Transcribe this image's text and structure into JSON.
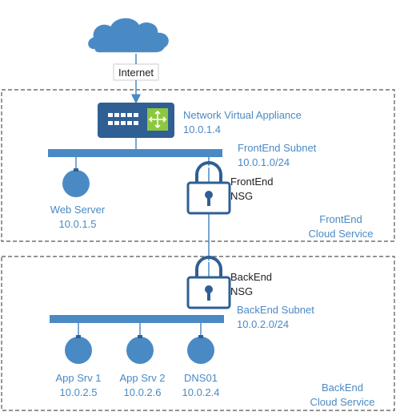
{
  "internet": {
    "label": "Internet"
  },
  "nva": {
    "name": "Network Virtual Appliance",
    "ip": "10.0.1.4"
  },
  "frontend": {
    "subnet_name": "FrontEnd Subnet",
    "subnet_cidr": "10.0.1.0/24",
    "nsg_line1": "FrontEnd",
    "nsg_line2": "NSG",
    "cloud_line1": "FrontEnd",
    "cloud_line2": "Cloud Service",
    "web_server": {
      "name": "Web Server",
      "ip": "10.0.1.5"
    }
  },
  "backend": {
    "subnet_name": "BackEnd Subnet",
    "subnet_cidr": "10.0.2.0/24",
    "nsg_line1": "BackEnd",
    "nsg_line2": "NSG",
    "cloud_line1": "BackEnd",
    "cloud_line2": "Cloud Service",
    "servers": [
      {
        "name": "App Srv 1",
        "ip": "10.0.2.5"
      },
      {
        "name": "App Srv 2",
        "ip": "10.0.2.6"
      },
      {
        "name": "DNS01",
        "ip": "10.0.2.4"
      }
    ]
  },
  "colors": {
    "node_blue": "#4a8ac4",
    "line_blue": "#4a8ac4",
    "dark_blue": "#2f5f93",
    "nva_green": "#8dc63f",
    "border": "#555555"
  }
}
